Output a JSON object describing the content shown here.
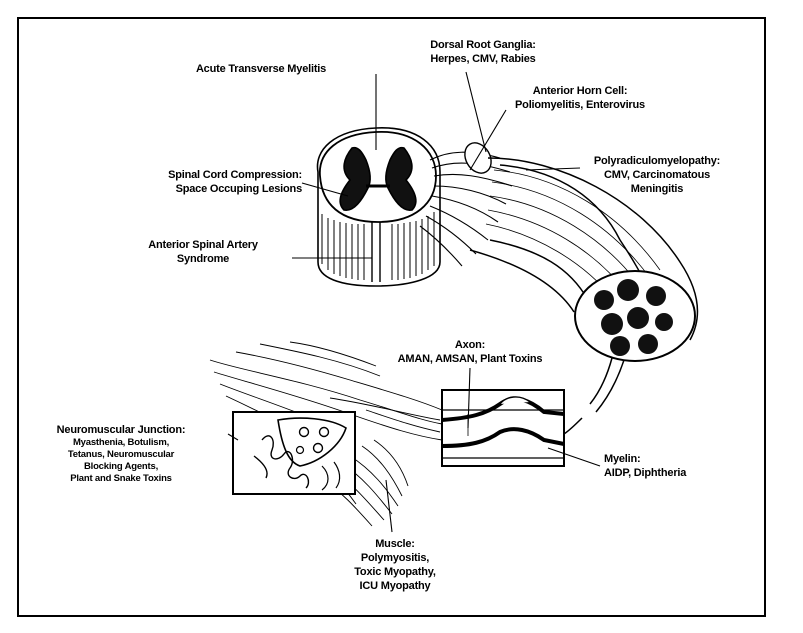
{
  "labels": {
    "acute_transverse_myelitis": "Acute Transverse Myelitis",
    "dorsal_root_ganglia": {
      "title": "Dorsal Root Ganglia:",
      "causes": "Herpes, CMV, Rabies"
    },
    "anterior_horn_cell": {
      "title": "Anterior Horn Cell:",
      "causes": "Poliomyelitis, Enterovirus"
    },
    "spinal_cord_compression": {
      "title": "Spinal Cord Compression:",
      "causes": "Space Occuping Lesions"
    },
    "polyradiculomyelopathy": {
      "title": "Polyradiculomyelopathy:",
      "line2": "CMV,  Carcinomatous",
      "line3": "Meningitis"
    },
    "anterior_spinal_artery": {
      "line1": "Anterior Spinal Artery",
      "line2": "Syndrome"
    },
    "axon": {
      "title": "Axon:",
      "causes": "AMAN, AMSAN, Plant Toxins"
    },
    "neuromuscular_junction": {
      "title": "Neuromuscular Junction:",
      "line1": "Myasthenia, Botulism,",
      "line2": "Tetanus, Neuromuscular",
      "line3": "Blocking Agents,",
      "line4": "Plant and Snake Toxins"
    },
    "myelin": {
      "title": "Myelin:",
      "causes": "AIDP, Diphtheria"
    },
    "muscle": {
      "title": "Muscle:",
      "line1": "Polymyositis,",
      "line2": "Toxic Myopathy,",
      "line3": "ICU Myopathy"
    }
  },
  "colors": {
    "ink": "#000000",
    "paper": "#ffffff"
  }
}
